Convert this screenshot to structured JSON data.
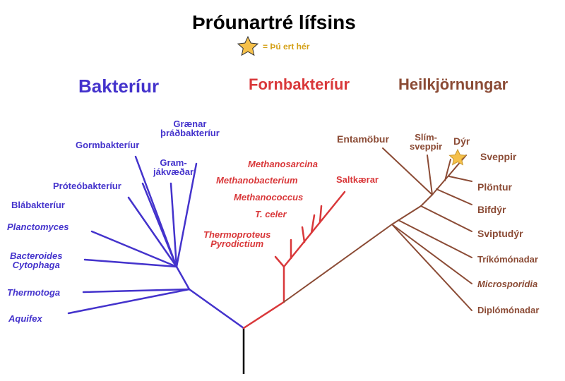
{
  "title": "Þróunartré lífsins",
  "legend": {
    "icon": "star-icon",
    "text": "= Þú ert hér",
    "color": "#d4a017"
  },
  "domains": {
    "bacteria": {
      "label": "Bakteríur",
      "color": "#4433cc"
    },
    "archaea": {
      "label": "Fornbakteríur",
      "color": "#d9383a"
    },
    "eukaryota": {
      "label": "Heilkjörnungar",
      "color": "#8b4b35"
    }
  },
  "bacteria": [
    "Grænar\nþráðbakteríur",
    "Gormbakteríur",
    "Gram-\njákvæðar",
    "Próteóbakteríur",
    "Blábakteríur",
    "Planctomyces",
    "Bacteroides\nCytophaga",
    "Thermotoga",
    "Aquifex"
  ],
  "archaea": [
    "Methanosarcina",
    "Methanobacterium",
    "Methanococcus",
    "T. celer",
    "Thermoproteus\nPyrodictium",
    "Saltkærar"
  ],
  "eukaryota": [
    "Entamöbur",
    "Slím-\nsveppir",
    "Dýr",
    "Sveppir",
    "Plöntur",
    "Bifdýr",
    "Sviptudýr",
    "Tríkómónadar",
    "Microsporidia",
    "Diplómónadar"
  ],
  "colors": {
    "root": "#000000",
    "star": "#f5c04a"
  }
}
